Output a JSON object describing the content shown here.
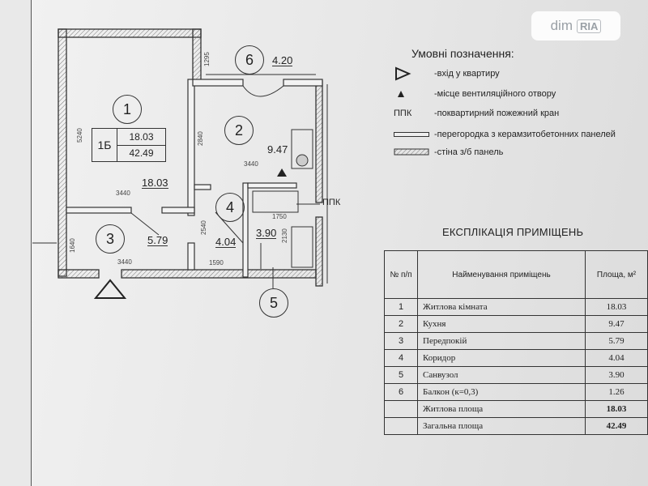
{
  "watermark": {
    "part1": "dim",
    "part2": "RIA"
  },
  "plan": {
    "rooms": [
      {
        "circle": "1",
        "area": "18.03"
      },
      {
        "circle": "2",
        "area": "9.47"
      },
      {
        "circle": "3",
        "area": "5.79"
      },
      {
        "circle": "4",
        "area": "4.04"
      },
      {
        "circle": "5",
        "area": "3.90"
      },
      {
        "circle": "6",
        "area": "4.20"
      }
    ],
    "apartment_tag": {
      "type": "1Б",
      "living": "18.03",
      "total": "42.49"
    },
    "dims": {
      "d5240": "5240",
      "d3440a": "3440",
      "d1295": "1295",
      "d2840": "2840",
      "d3440b": "3440",
      "d2540": "2540",
      "d1640": "1640",
      "d3440c": "3440",
      "d1590": "1590",
      "d1750": "1750",
      "d2130": "2130"
    },
    "ppk_label": "ППК"
  },
  "legend": {
    "title": "Умовні позначення:",
    "items": [
      {
        "symbol": "triangle-outline",
        "text": "-вхід у квартиру"
      },
      {
        "symbol": "triangle-filled",
        "text": "-місце вентиляційного отвору"
      },
      {
        "symbol": "ППК",
        "text": "-поквартирний пожежний кран"
      },
      {
        "symbol": "thin-wall",
        "text": "-перегородка з керамзитобетонних панелей"
      },
      {
        "symbol": "thick-wall",
        "text": "-стіна з/б панель"
      }
    ]
  },
  "explication": {
    "title": "ЕКСПЛІКАЦІЯ ПРИМІЩЕНЬ",
    "headers": {
      "num": "№ п/п",
      "name": "Найменування приміщень",
      "area": "Площа, м²"
    },
    "rows": [
      {
        "num": "1",
        "name": "Житлова кімната",
        "area": "18.03"
      },
      {
        "num": "2",
        "name": "Кухня",
        "area": "9.47"
      },
      {
        "num": "3",
        "name": "Передпокій",
        "area": "5.79"
      },
      {
        "num": "4",
        "name": "Коридор",
        "area": "4.04"
      },
      {
        "num": "5",
        "name": "Санвузол",
        "area": "3.90"
      },
      {
        "num": "6",
        "name": "Балкон (к=0,3)",
        "area": "1.26"
      }
    ],
    "totals": [
      {
        "name": "Житлова площа",
        "area": "18.03"
      },
      {
        "name": "Загальна площа",
        "area": "42.49"
      }
    ]
  }
}
